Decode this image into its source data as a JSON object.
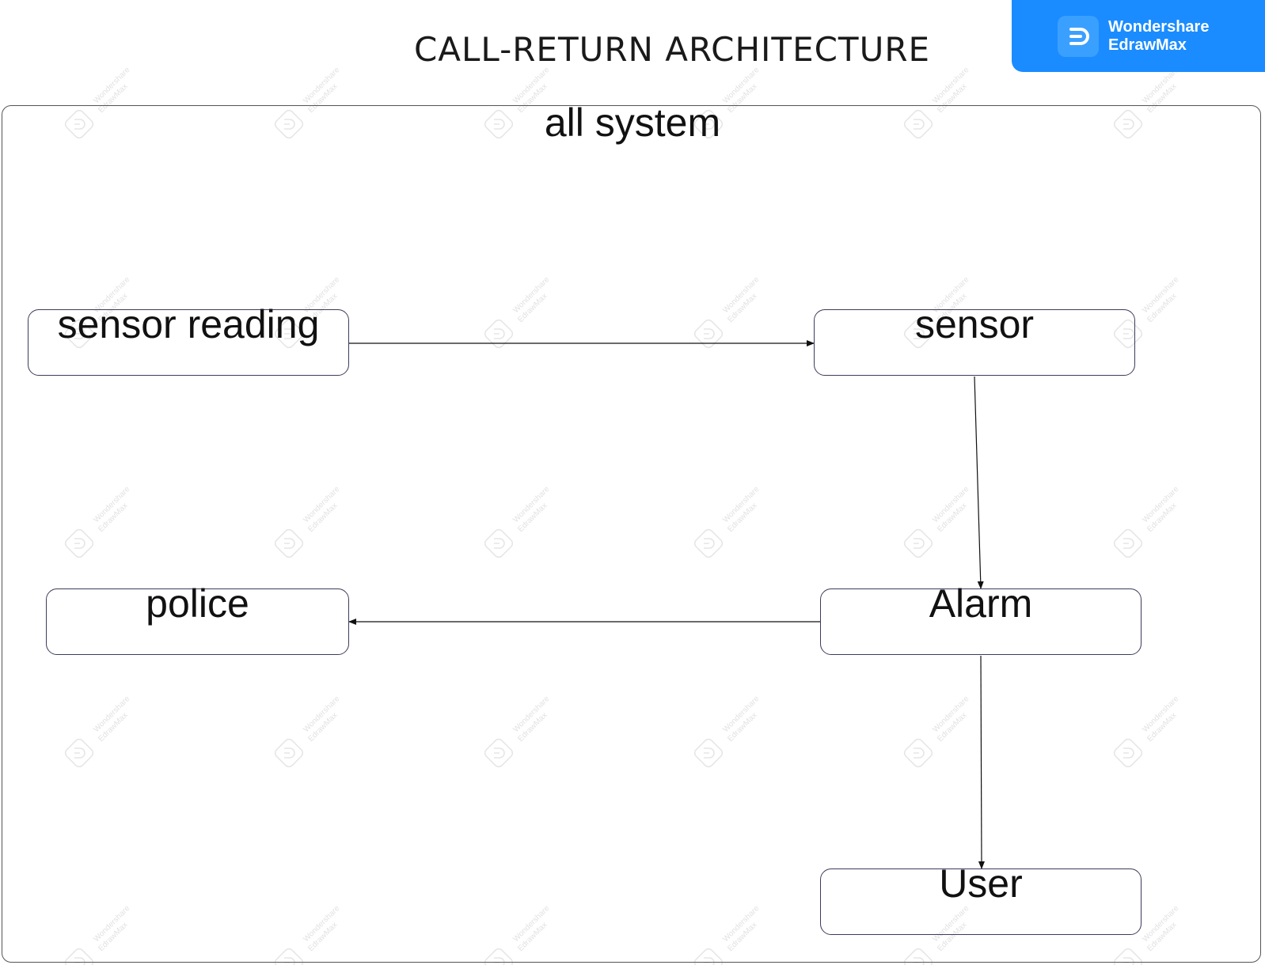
{
  "title": "CALL-RETURN ARCHITECTURE",
  "brand": {
    "line1": "Wondershare",
    "line2": "EdrawMax",
    "color": "#1a8cff"
  },
  "watermark": {
    "line1": "Wondershare",
    "line2": "EdrawMax"
  },
  "container": {
    "label": "all system"
  },
  "nodes": {
    "sensor_reading": "sensor reading",
    "sensor": "sensor",
    "alarm": "Alarm",
    "police": "police",
    "user": "User"
  },
  "edges": [
    {
      "from": "sensor reading",
      "to": "sensor"
    },
    {
      "from": "sensor",
      "to": "Alarm"
    },
    {
      "from": "Alarm",
      "to": "police"
    },
    {
      "from": "Alarm",
      "to": "User"
    }
  ]
}
